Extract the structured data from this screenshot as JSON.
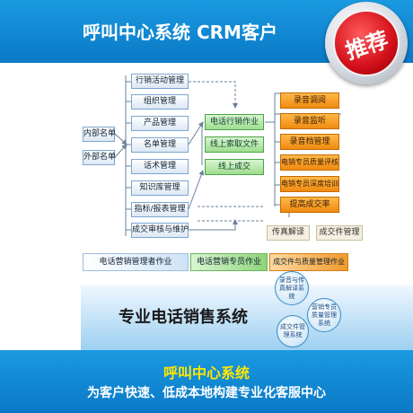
{
  "header": {
    "title": "呼叫中心系统 CRM客户"
  },
  "badge": {
    "label": "推荐"
  },
  "left_inputs": [
    "内部名单",
    "外部名单"
  ],
  "manager_column": [
    "行销活动管理",
    "组织管理",
    "产品管理",
    "名单管理",
    "话术管理",
    "知识库管理",
    "指标/报表管理",
    "成交审核与维护"
  ],
  "agent_column": [
    "电话行销作业",
    "线上索取文件",
    "线上成交"
  ],
  "quality_column": [
    "录音调阅",
    "录音监听",
    "录音档管理",
    "电销专员质量评核",
    "电销专员深度培训",
    "提高成交率"
  ],
  "bottom_boxes": [
    "传真解译",
    "成交件管理"
  ],
  "role_banners": [
    "电话营销管理者作业",
    "电话营销专员作业",
    "成交件与质量管理作业"
  ],
  "system_title": "专业电话销售系统",
  "feature_circles": [
    "录音与传真解译系统",
    "营销专员质量管理系统",
    "成交件管理系统"
  ],
  "footer": {
    "title": "呼叫中心系统",
    "subtitle": "为客户快速、低成本地构建专业化客服中心"
  },
  "colors": {
    "header_blue": "#0a78c6",
    "badge_red": "#d20f1a",
    "footer_title_yellow": "#ffe600",
    "agent_green": "#9fdc8f",
    "quality_orange": "#f08a10"
  }
}
